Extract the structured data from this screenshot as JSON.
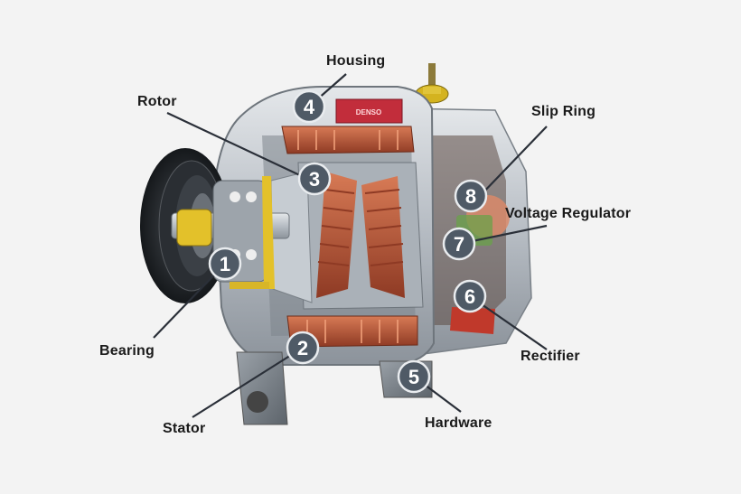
{
  "diagram": {
    "parts": [
      {
        "id": "bearing",
        "number": "1",
        "label": "Bearing"
      },
      {
        "id": "stator",
        "number": "2",
        "label": "Stator"
      },
      {
        "id": "rotor",
        "number": "3",
        "label": "Rotor"
      },
      {
        "id": "housing",
        "number": "4",
        "label": "Housing"
      },
      {
        "id": "hardware",
        "number": "5",
        "label": "Hardware"
      },
      {
        "id": "rectifier",
        "number": "6",
        "label": "Rectifier"
      },
      {
        "id": "voltage-regulator",
        "number": "7",
        "label": "Voltage Regulator"
      },
      {
        "id": "slip-ring",
        "number": "8",
        "label": "Slip Ring"
      }
    ],
    "brand_plate": "DENSO",
    "colors": {
      "background": "#f3f3f3",
      "badge_fill": "#4f5a66",
      "badge_text": "#ffffff",
      "leader_line": "#2a2f38",
      "copper": "#b5553a",
      "housing_metal": "#b9bfc6"
    }
  }
}
